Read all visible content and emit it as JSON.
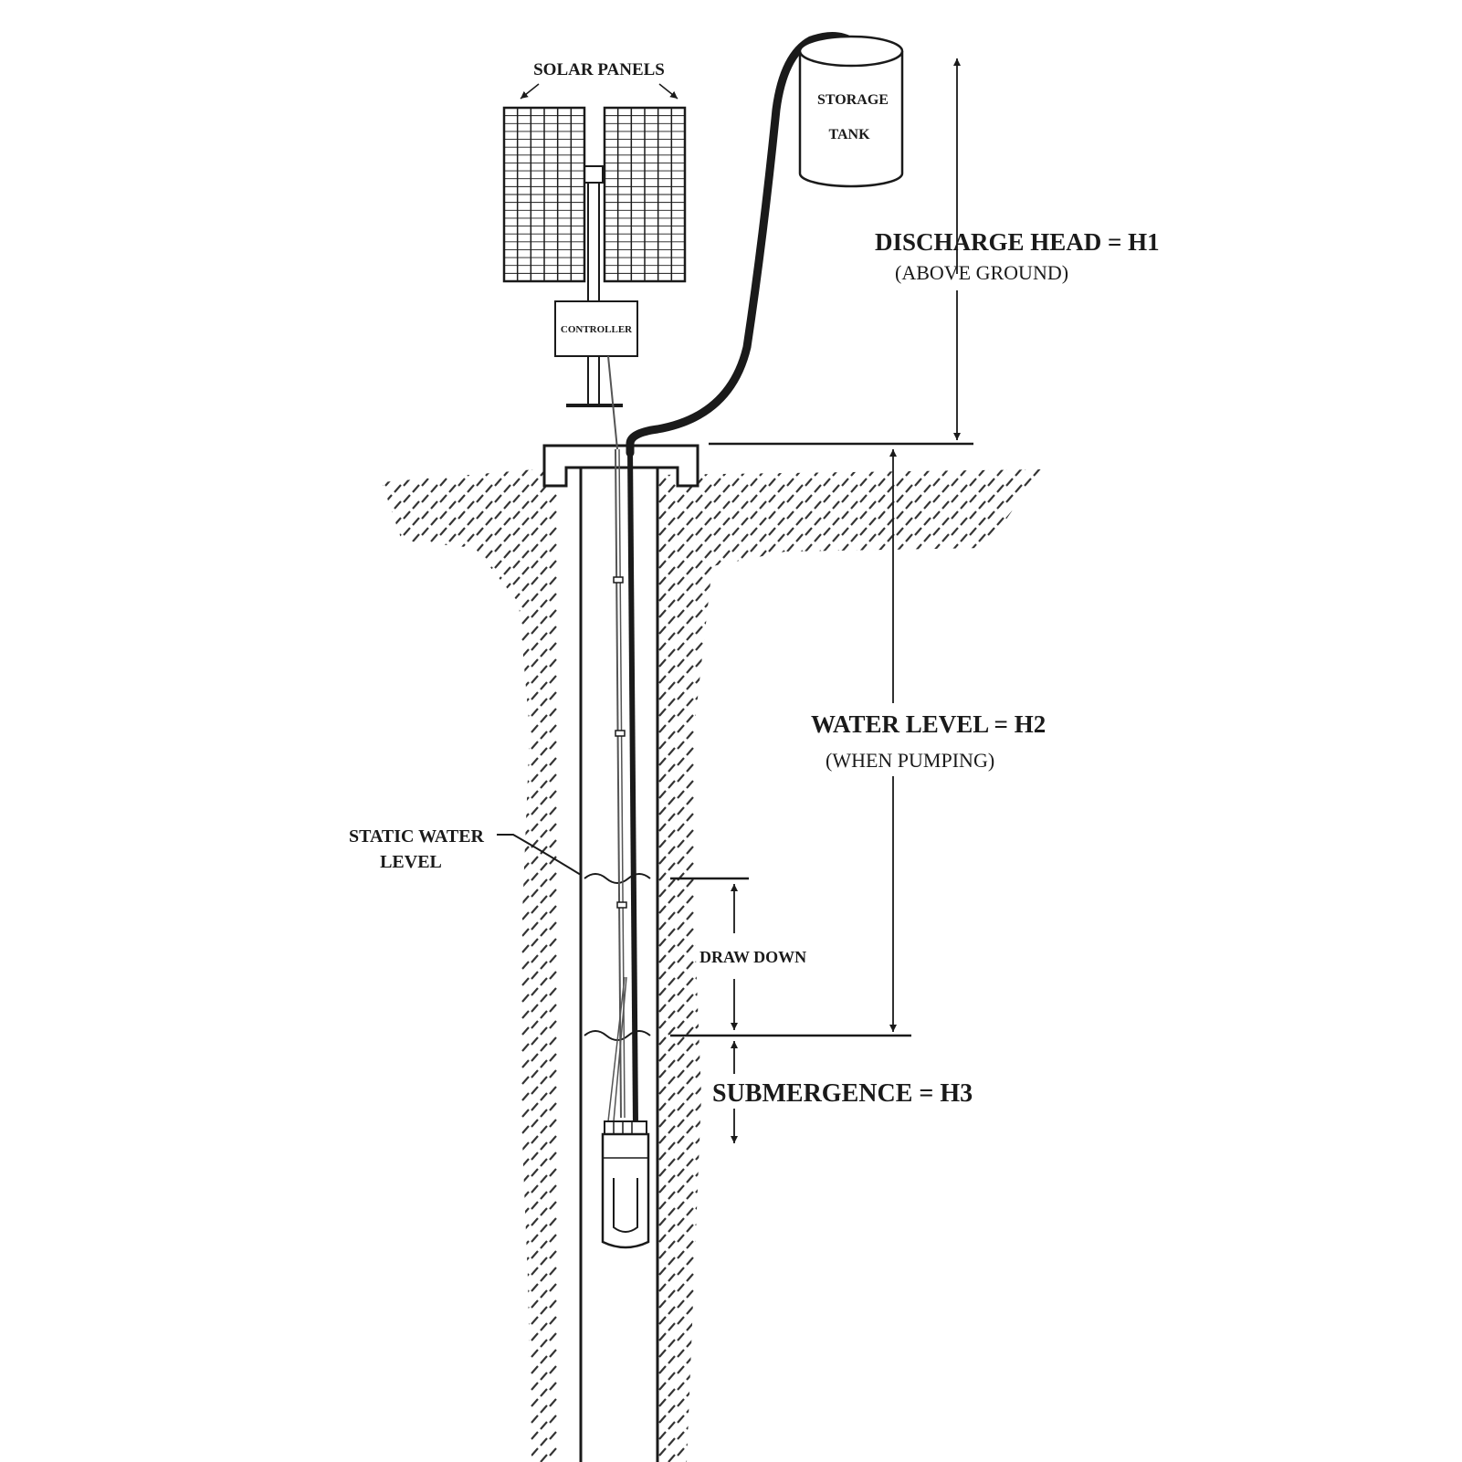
{
  "labels": {
    "solar_panels": "SOLAR PANELS",
    "controller": "CONTROLLER",
    "storage_line1": "STORAGE",
    "storage_line2": "TANK",
    "discharge_head": "DISCHARGE HEAD = H1",
    "discharge_head_note": "(ABOVE GROUND)",
    "water_level": "WATER LEVEL = H2",
    "water_level_note": "(WHEN PUMPING)",
    "static_line1": "STATIC WATER",
    "static_line2": "LEVEL",
    "draw_down": "DRAW DOWN",
    "submergence": "SUBMERGENCE = H3"
  },
  "colors": {
    "ink": "#1a1a1a",
    "hatch": "#333333",
    "background": "#ffffff"
  }
}
